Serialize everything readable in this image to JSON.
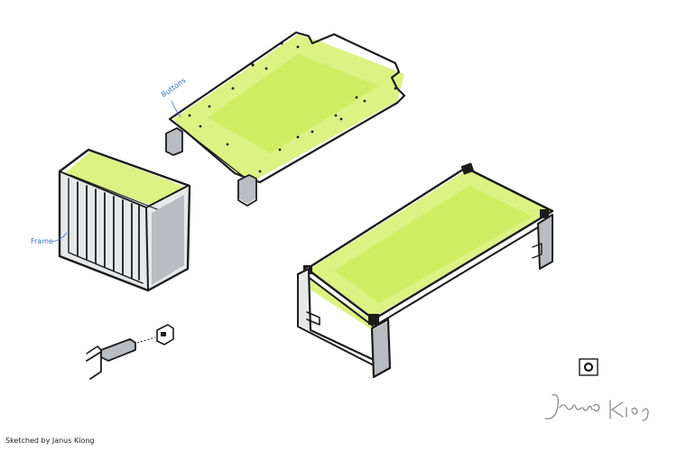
{
  "annotations": {
    "buttons": "Buttons",
    "frame": "Frame"
  },
  "caption": "Sketched by Janus Kiong",
  "signature": "Janus Kiong",
  "colors": {
    "highlight": "#dcf283",
    "ink": "#1c1c1c",
    "annotation": "#3a6fc4",
    "frame_grey": "#b9bcc0"
  }
}
